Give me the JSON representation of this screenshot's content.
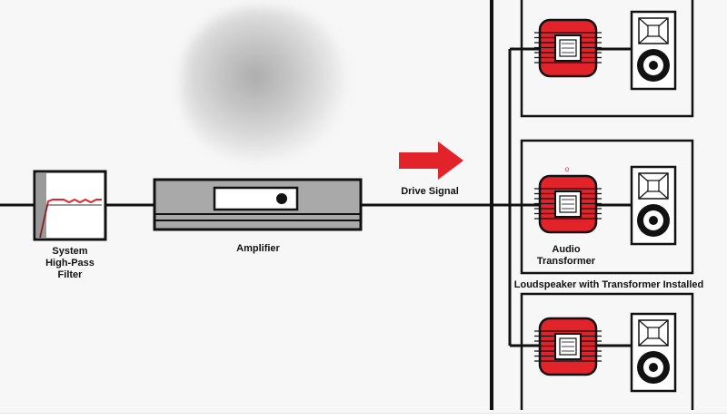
{
  "labels": {
    "filter_line1": "System",
    "filter_line2": "High-Pass",
    "filter_line3": "Filter",
    "amplifier": "Amplifier",
    "drive_signal": "Drive Signal",
    "transformer_line1": "Audio",
    "transformer_line2": "Transformer",
    "transformer_marker": "o",
    "loudspeaker_caption": "Loudspeaker with Transformer Installed"
  },
  "colors": {
    "signal_line": "#111111",
    "arrow": "#e3232a",
    "transformer": "#e3232a",
    "amplifier_body": "#a9a9a9",
    "filter_curve": "#e3232a"
  },
  "icons": {
    "arrow": "right-arrow-icon",
    "speaker": "loudspeaker-icon",
    "transformer": "transformer-icon",
    "filter": "high-pass-filter-icon",
    "amplifier": "amplifier-icon"
  },
  "speaker_units": [
    {
      "id": "top"
    },
    {
      "id": "middle"
    },
    {
      "id": "bottom"
    }
  ]
}
